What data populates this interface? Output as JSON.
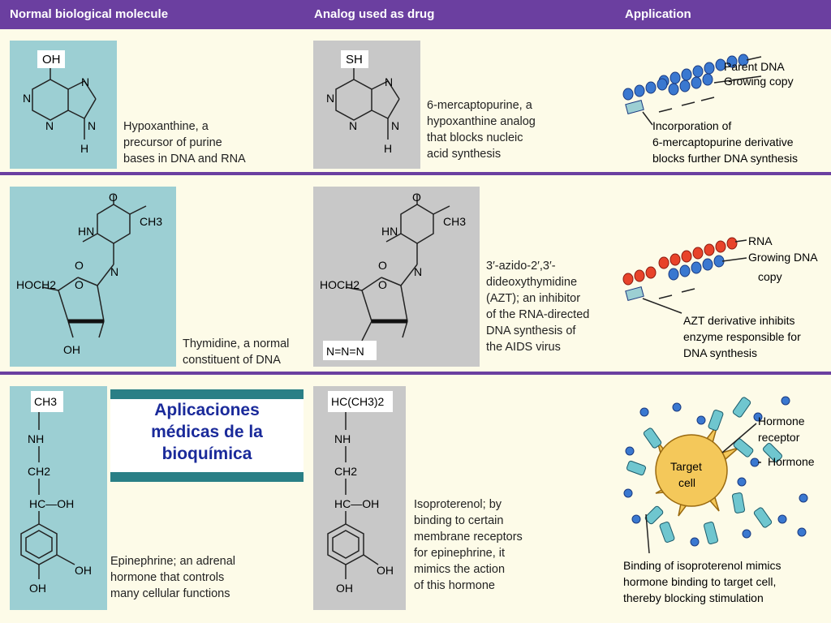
{
  "header": {
    "col1": "Normal biological molecule",
    "col2": "Analog used as drug",
    "col3": "Application"
  },
  "title": [
    "Aplicaciones",
    "médicas de la",
    "bioquímica"
  ],
  "rows": [
    {
      "normal_desc": [
        "Hypoxanthine, a",
        "precursor of purine",
        "bases in DNA and RNA"
      ],
      "drug_desc": [
        "6-mercaptopurine, a",
        "hypoxanthine analog",
        "that blocks nucleic",
        "acid synthesis"
      ],
      "app_labels": [
        "Parent DNA",
        "Growing copy"
      ],
      "app_desc": [
        "Incorporation of",
        "6-mercaptopurine derivative",
        "blocks further DNA synthesis"
      ],
      "normal_struct": {
        "top": "OH",
        "atoms": [
          "N",
          "N",
          "N",
          "N",
          "H"
        ]
      },
      "drug_struct": {
        "top": "SH",
        "atoms": [
          "N",
          "N",
          "N",
          "N",
          "H"
        ]
      }
    },
    {
      "normal_desc": [
        "Thymidine, a normal",
        "constituent of DNA"
      ],
      "drug_desc": [
        "3′-azido-2′,3′-",
        "dideoxythymidine",
        "(AZT); an inhibitor",
        "of the RNA-directed",
        "DNA synthesis of",
        "the AIDS virus"
      ],
      "app_labels": [
        "RNA",
        "Growing DNA",
        "copy"
      ],
      "app_desc": [
        "AZT derivative inhibits",
        "enzyme responsible for",
        "DNA synthesis"
      ],
      "normal_struct": {
        "o_top": "O",
        "o_left": "O",
        "hn": "HN",
        "ch3": "CH3",
        "n": "N",
        "hoch2": "HOCH2",
        "ring_o": "O",
        "oh": "OH"
      },
      "drug_struct": {
        "o_top": "O",
        "o_left": "O",
        "hn": "HN",
        "ch3": "CH3",
        "n": "N",
        "hoch2": "HOCH2",
        "ring_o": "O",
        "azide": "N=N=N"
      }
    },
    {
      "normal_desc": [
        "Epinephrine; an adrenal",
        "hormone that controls",
        "many cellular functions"
      ],
      "drug_desc": [
        "Isoproterenol; by",
        "binding to certain",
        "membrane receptors",
        "for epinephrine, it",
        "mimics the action",
        "of this hormone"
      ],
      "app_labels": [
        "Hormone",
        "receptor",
        "Hormone",
        "Target",
        "cell"
      ],
      "app_desc": [
        "Binding of isoproterenol mimics",
        "hormone binding to target cell,",
        "thereby blocking stimulation"
      ],
      "normal_struct": {
        "top": "CH3",
        "nh": "NH",
        "ch2": "CH2",
        "choh": "HC—OH",
        "oh1": "OH",
        "oh2": "OH"
      },
      "drug_struct": {
        "top": "HC(CH3)2",
        "nh": "NH",
        "ch2": "CH2",
        "choh": "HC—OH",
        "oh1": "OH",
        "oh2": "OH"
      }
    }
  ],
  "colors": {
    "header": "#6b3fa0",
    "teal": "#9ccfd3",
    "grey": "#c8c8c8",
    "dna_blue": "#3a78d0",
    "rna_red": "#e8432a",
    "cell": "#f4c85a",
    "title_text": "#1a2a9a"
  }
}
